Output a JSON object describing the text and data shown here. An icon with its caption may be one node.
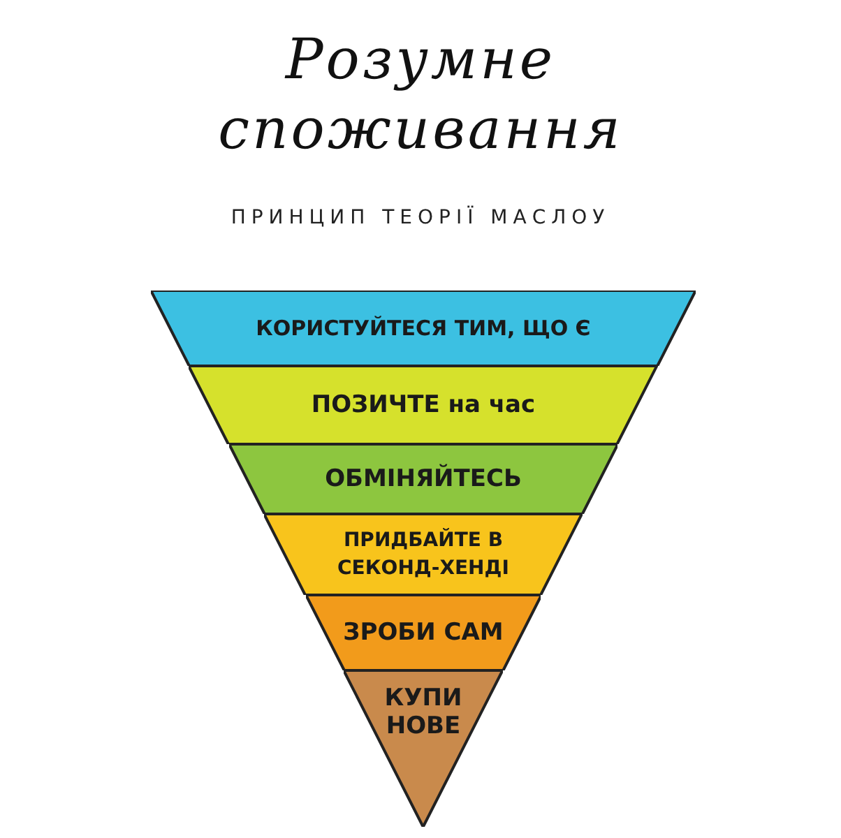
{
  "diagram": {
    "title": "Розумне споживання",
    "nodes": [
      {
        "text": [
          "КОРИСТУЙТЕСЯ ТИМ, ЩО Є"
        ]
      },
      {
        "text": [
          "ПОЗИЧТЕ на час"
        ]
      },
      {
        "text": [
          "ОБМІНЯЙТЕСЬ"
        ]
      },
      {
        "text": [
          "ПРИДБАЙТЕ В СЕКОНД-ХЕНДІ"
        ]
      },
      {
        "text": [
          "ЗРОБИ САМ"
        ]
      },
      {
        "text": [
          "КУПИ НОВЕ"
        ]
      }
    ],
    "labels": [
      "ПРИНЦИП ТЕОРІЇ МАСЛОУ"
    ]
  }
}
